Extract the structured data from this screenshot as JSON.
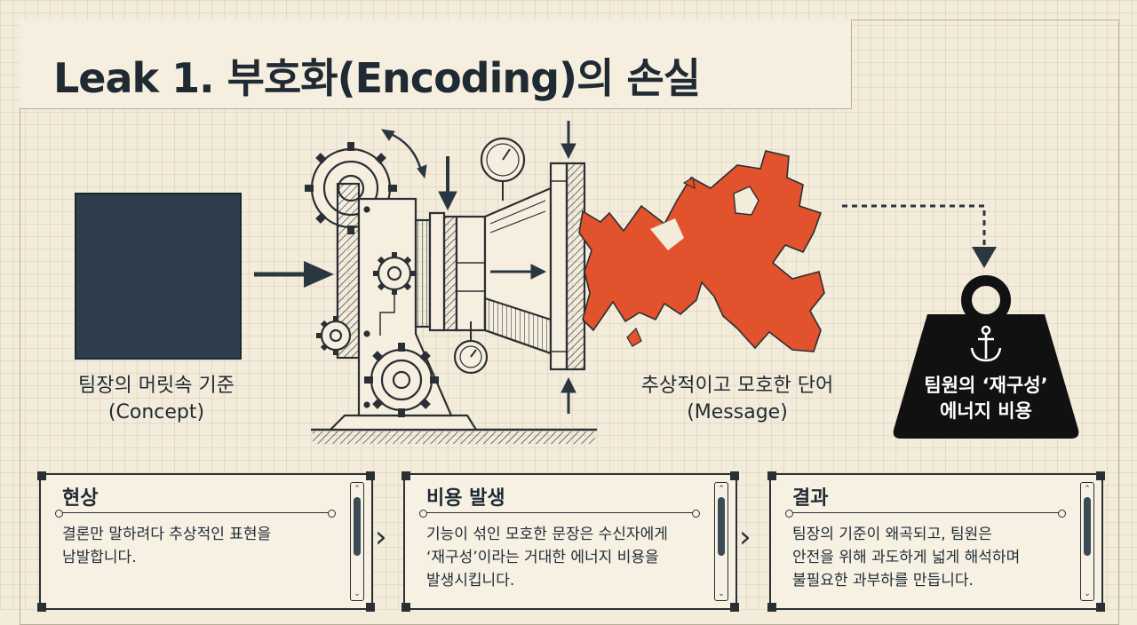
{
  "title": "Leak 1. 부호화(Encoding)의 손실",
  "concept": {
    "line1": "팀장의 머릿속 기준",
    "line2": "(Concept)"
  },
  "message": {
    "line1": "추상적이고 모호한 단어",
    "line2": "(Message)"
  },
  "weight": {
    "line1": "팀원의 ‘재구성’",
    "line2": "에너지 비용"
  },
  "panels": [
    {
      "title": "현상",
      "body": "결론만 말하려다 추상적인 표현을\n남발합니다."
    },
    {
      "title": "비용 발생",
      "body": "기능이 섞인 모호한 문장은 수신자에게\n‘재구성’이라는 거대한 에너지 비용을\n발생시킵니다."
    },
    {
      "title": "결과",
      "body": "팀장의 기준이 왜곡되고, 팀원은\n안전을 위해 과도하게 넓게 해석하며\n불필요한 과부하를 만듭니다."
    }
  ],
  "icons": {
    "concept": "dark-square",
    "machine": "encoding-machine-gears-icon",
    "message": "shattered-red-shape",
    "weight": "kettlebell-weight-icon",
    "anchor": "anchor-icon",
    "next": "chevron-right-icon"
  },
  "colors": {
    "background": "#f4ecdb",
    "ink": "#1f2a33",
    "concept": "#2e3e4c",
    "message": "#e2522c",
    "weight": "#111111"
  }
}
